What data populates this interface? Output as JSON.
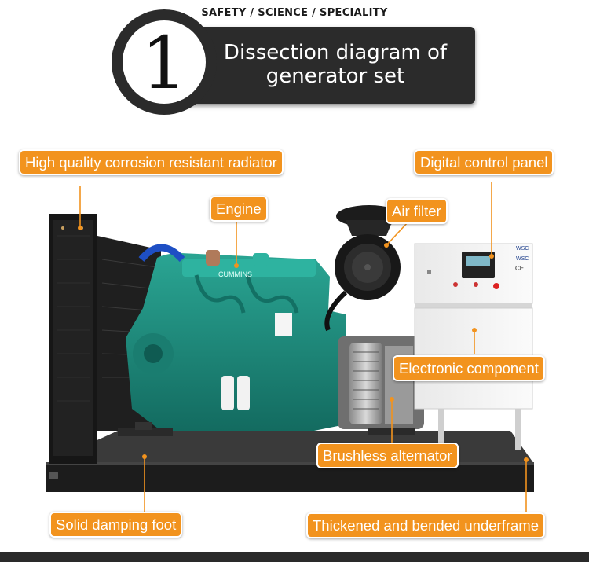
{
  "header": {
    "tagline": "SAFETY / SCIENCE / SPECIALITY",
    "number": "1",
    "title_line1": "Dissection diagram of",
    "title_line2": "generator set"
  },
  "labels": {
    "radiator": "High quality corrosion resistant radiator",
    "control_panel": "Digital control panel",
    "engine": "Engine",
    "air_filter": "Air filter",
    "electronic": "Electronic component",
    "alternator": "Brushless alternator",
    "damping_foot": "Solid damping foot",
    "underframe": "Thickened and bended underframe"
  },
  "product_marks": {
    "engine_brand": "CUMMINS",
    "panel_brand": "WSC",
    "panel_mark": "CE"
  },
  "colors": {
    "label_bg": "#f2931e",
    "leader": "#f2931e",
    "engine": "#1f8f80",
    "banner": "#2b2b2b",
    "frame": "#1c1c1c"
  }
}
